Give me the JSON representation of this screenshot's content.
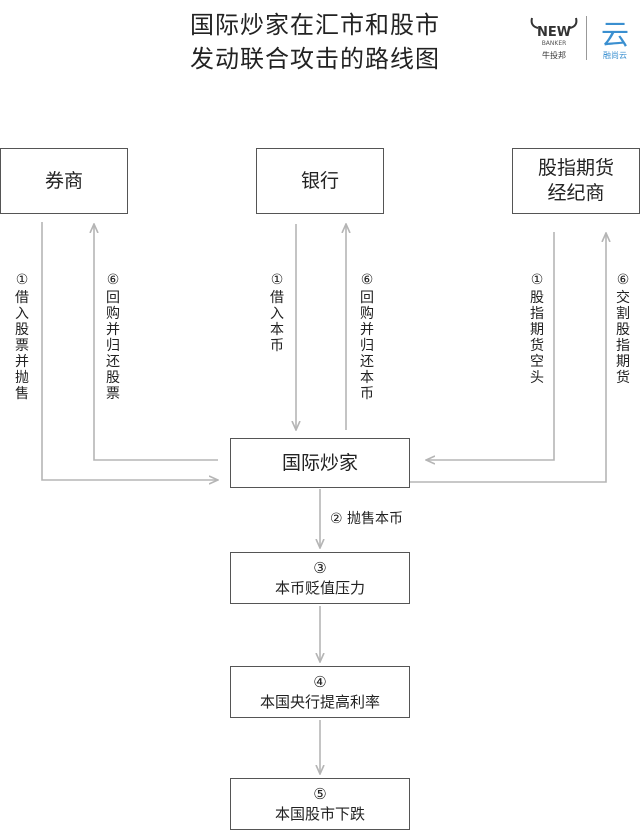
{
  "title": {
    "line1": "国际炒家在汇市和股市",
    "line2": "发动联合攻击的路线图"
  },
  "logos": {
    "left_mark": "NEW",
    "left_sub": "BANKER",
    "left_caption": "牛投邦",
    "right_mark": "云",
    "right_caption": "融尚云"
  },
  "boxes": {
    "broker": "券商",
    "bank": "银行",
    "futures_line1": "股指期货",
    "futures_line2": "经纪商",
    "speculator": "国际炒家",
    "step3": "本币贬值压力",
    "step4": "本国央行提高利率",
    "step5": "本国股市下跌"
  },
  "labels": {
    "broker_out": {
      "num": "①",
      "text": [
        "借",
        "入",
        "股",
        "票",
        "并",
        "抛",
        "售"
      ]
    },
    "broker_in": {
      "num": "⑥",
      "text": [
        "回",
        "购",
        "并",
        "归",
        "还",
        "股",
        "票"
      ]
    },
    "bank_out": {
      "num": "①",
      "text": [
        "借",
        "入",
        "本",
        "币"
      ]
    },
    "bank_in": {
      "num": "⑥",
      "text": [
        "回",
        "购",
        "并",
        "归",
        "还",
        "本",
        "币"
      ]
    },
    "futures_out": {
      "num": "①",
      "text": [
        "股",
        "指",
        "期",
        "货",
        "空",
        "头"
      ]
    },
    "futures_in": {
      "num": "⑥",
      "text": [
        "交",
        "割",
        "股",
        "指",
        "期",
        "货"
      ]
    },
    "sell": {
      "num": "②",
      "text": "抛售本币"
    },
    "step3_num": "③",
    "step4_num": "④",
    "step5_num": "⑤"
  },
  "colors": {
    "line": "#b5b5b5",
    "box_border": "#555555",
    "logo_red": "#c8382e",
    "logo_blue": "#3a8fd0"
  }
}
